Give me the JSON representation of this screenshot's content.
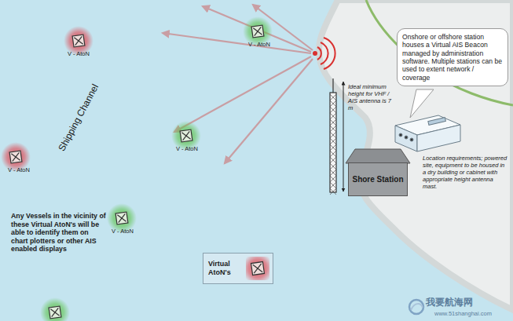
{
  "diagram": {
    "nodes": [
      {
        "text": [
          "Onshore or offshore station houses a Virtual AIS Beacon managed by administration software. Multiple stations can be used to extent network / coverage"
        ]
      },
      {
        "text": [
          "Shore Station"
        ]
      },
      {
        "text": [
          "Virtual AtoN's"
        ]
      }
    ],
    "labels": [
      "V - AtoN",
      "V - AtoN",
      "Shipping Channel",
      "V - AtoN",
      "V - AtoN",
      "Ideal minimum height for VHF / AIS antenna is 7 m",
      "Location requirements; powered site, equipment to be housed in a dry building or cabinet with appropriate height antenna mast.",
      "Any Vessels in the vicinity of these Virtual AtoN's will be able to identify them on chart plotters or other AIS enabled displays",
      "V - AtoN",
      "我要航海网",
      "www.51shanghai.com"
    ]
  }
}
